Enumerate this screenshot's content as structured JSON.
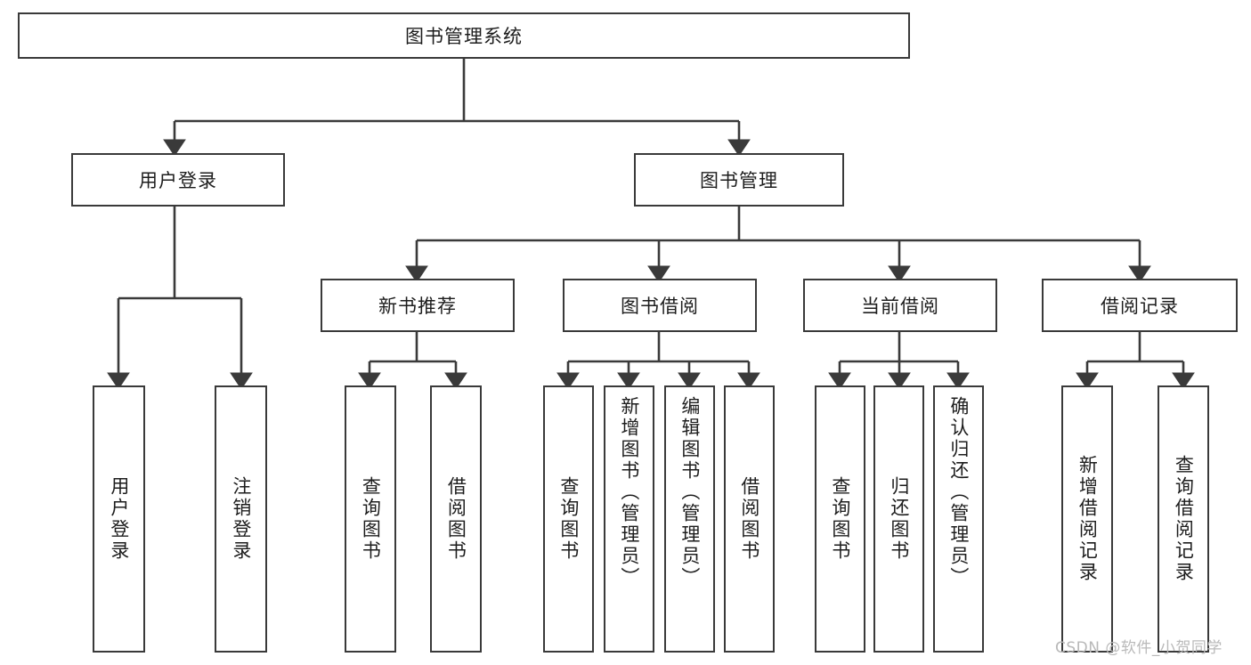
{
  "diagram": {
    "title": "图书管理系统",
    "type": "hierarchy-tree",
    "root": {
      "label": "图书管理系统"
    },
    "level1": [
      {
        "label": "用户登录"
      },
      {
        "label": "图书管理"
      }
    ],
    "level2": [
      {
        "label": "新书推荐"
      },
      {
        "label": "图书借阅"
      },
      {
        "label": "当前借阅"
      },
      {
        "label": "借阅记录"
      }
    ],
    "leaves": {
      "user_login": [
        {
          "label": "用户登录"
        },
        {
          "label": "注销登录"
        }
      ],
      "new_book_recommend": [
        {
          "label": "查询图书"
        },
        {
          "label": "借阅图书"
        }
      ],
      "book_borrow": [
        {
          "label": "查询图书"
        },
        {
          "label": "新增图书（管理员）"
        },
        {
          "label": "编辑图书（管理员）"
        },
        {
          "label": "借阅图书"
        }
      ],
      "current_borrow": [
        {
          "label": "查询图书"
        },
        {
          "label": "归还图书"
        },
        {
          "label": "确认归还（管理员）"
        }
      ],
      "borrow_record": [
        {
          "label": "新增借阅记录"
        },
        {
          "label": "查询借阅记录"
        }
      ]
    }
  },
  "watermark": {
    "text": "CSDN @软件_小贺同学"
  },
  "colors": {
    "border": "#3a3a3a",
    "text": "#1d1d1d",
    "background": "#ffffff",
    "watermark": "#b9b9b9"
  }
}
